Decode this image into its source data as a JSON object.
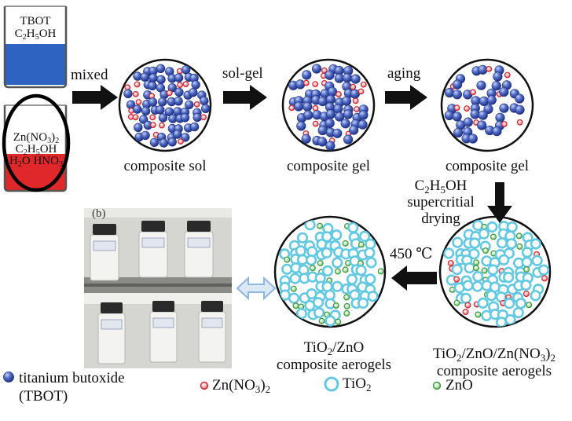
{
  "beakers": {
    "top": {
      "line1": "TBOT",
      "line2_pre": "C",
      "line2_s1": "2",
      "line2_mid": "H",
      "line2_s2": "5",
      "line2_post": "OH",
      "liquid_color": "#2f63c2"
    },
    "bottom": {
      "line1_pre": "Zn(NO",
      "line1_s1": "3",
      "line1_mid": ")",
      "line1_s2": "2",
      "line2_pre": "C",
      "line2_s1": "2",
      "line2_mid": "H",
      "line2_s2": "5",
      "line2_post": "OH",
      "line3_pre": "H",
      "line3_s1": "2",
      "line3_mid": "O HNO",
      "line3_s2": "3",
      "liquid_color": "#e0282a"
    }
  },
  "steps": {
    "mixed": "mixed",
    "solgel": "sol-gel",
    "aging": "aging",
    "drying": {
      "line1_pre": "C",
      "line1_s1": "2",
      "line1_mid": "H",
      "line1_s2": "5",
      "line1_post": "OH",
      "line2": "supercritial",
      "line3": "drying"
    },
    "calcination": "450 ℃"
  },
  "stages": {
    "sol": "composite sol",
    "gel1": "composite gel",
    "gel2": "composite gel",
    "aerogel_mixed": {
      "line1_a": "TiO",
      "line1_s1": "2",
      "line1_b": "/ZnO/Zn(NO",
      "line1_s2": "3",
      "line1_c": ")",
      "line1_s3": "2",
      "line2": "composite aerogels"
    },
    "aerogel_final": {
      "line1_a": "TiO",
      "line1_s1": "2",
      "line1_b": "/ZnO",
      "line2": "composite aerogels"
    }
  },
  "photo": {
    "panel_label": "(b)"
  },
  "legend": {
    "tbot": {
      "line1": "titanium butoxide",
      "line2": "(TBOT)"
    },
    "zn": {
      "pre": "Zn(NO",
      "s1": "3",
      "mid": ")",
      "s2": "2"
    },
    "tio2": {
      "pre": "TiO",
      "s1": "2"
    },
    "zno": "ZnO"
  },
  "colors": {
    "tbot_particle": "#3a55b4",
    "zn_particle": "#d8323c",
    "tio2_particle": "#63c8e2",
    "zno_particle": "#4daa4b",
    "arrow": "#111111",
    "double_arrow": "#a9c9ea"
  }
}
